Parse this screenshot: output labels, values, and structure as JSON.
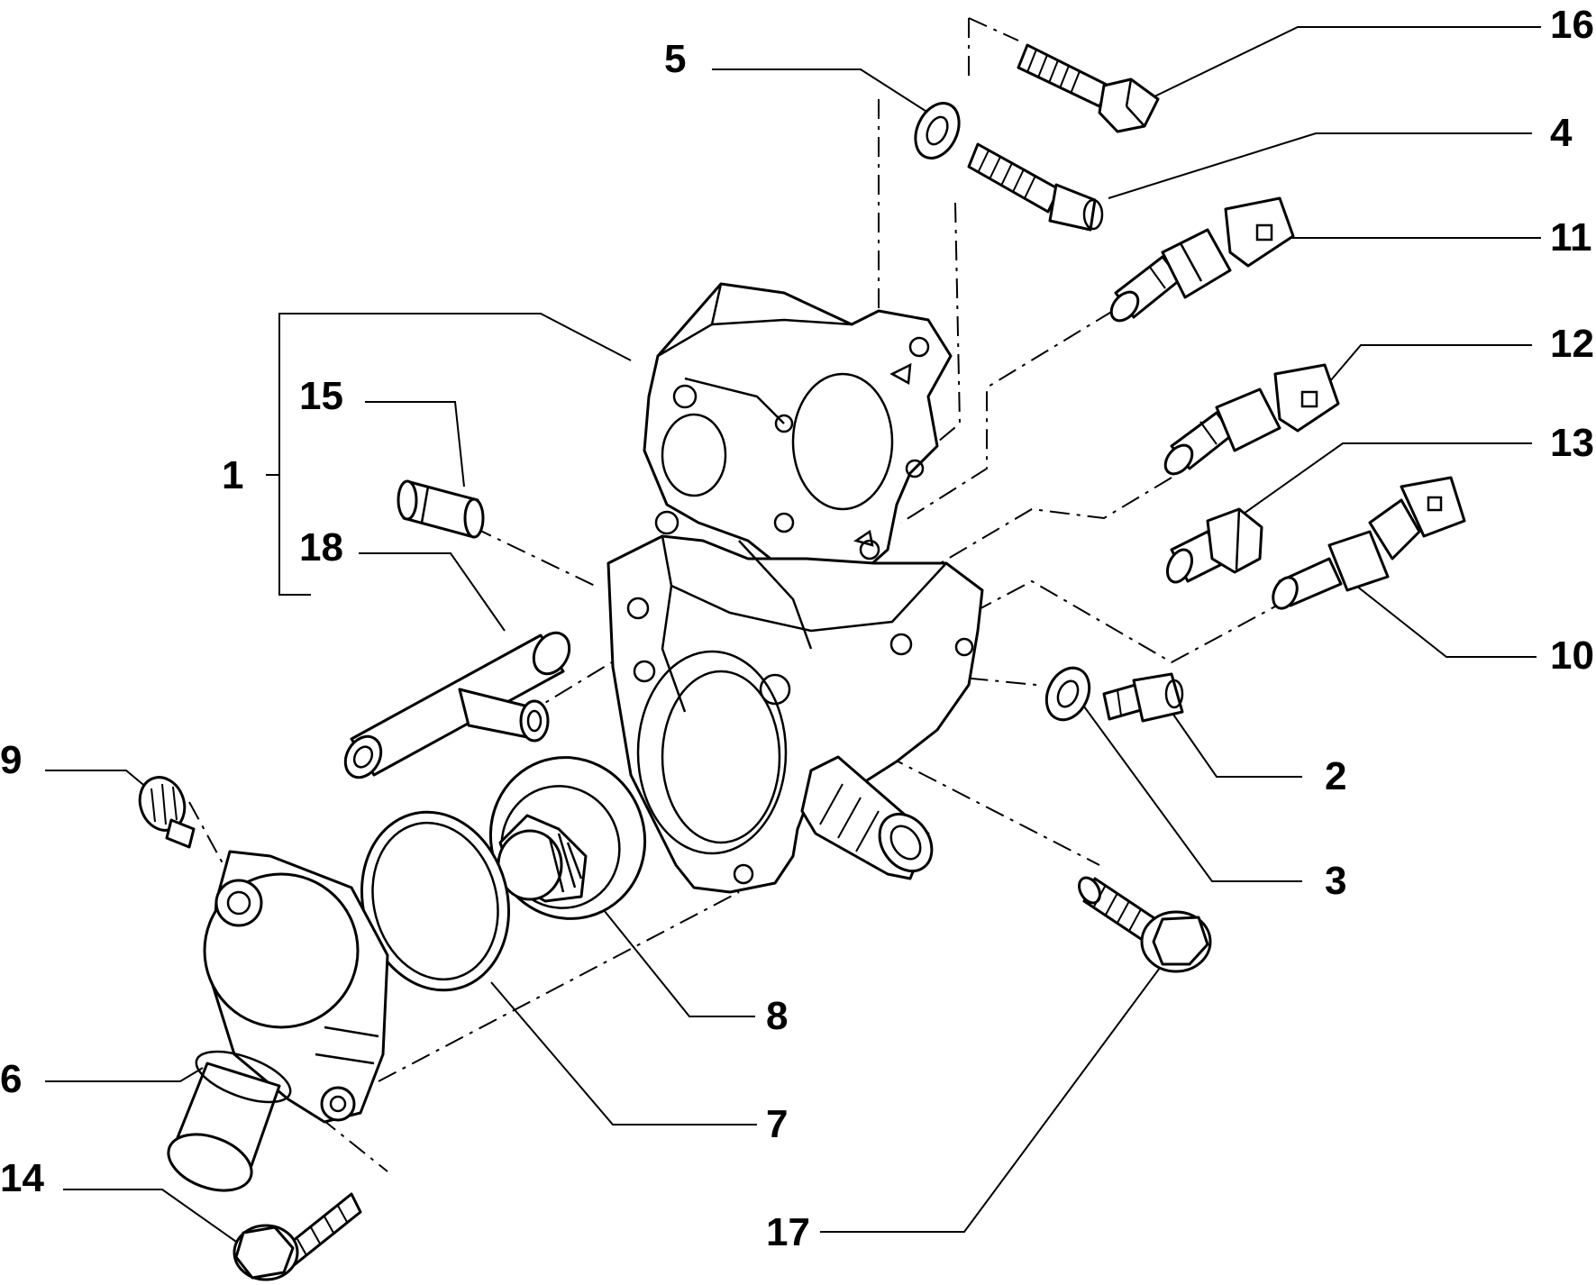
{
  "diagram": {
    "ink_color": "#000000",
    "background_color": "#ffffff",
    "callouts": [
      {
        "key": "c1",
        "label": "1"
      },
      {
        "key": "c2",
        "label": "2"
      },
      {
        "key": "c3",
        "label": "3"
      },
      {
        "key": "c4",
        "label": "4"
      },
      {
        "key": "c5",
        "label": "5"
      },
      {
        "key": "c6",
        "label": "6"
      },
      {
        "key": "c7",
        "label": "7"
      },
      {
        "key": "c8",
        "label": "8"
      },
      {
        "key": "c9",
        "label": "9"
      },
      {
        "key": "c10",
        "label": "10"
      },
      {
        "key": "c11",
        "label": "11"
      },
      {
        "key": "c12",
        "label": "12"
      },
      {
        "key": "c13",
        "label": "13"
      },
      {
        "key": "c14",
        "label": "14"
      },
      {
        "key": "c15",
        "label": "15"
      },
      {
        "key": "c16",
        "label": "16"
      },
      {
        "key": "c17",
        "label": "17"
      },
      {
        "key": "c18",
        "label": "18"
      }
    ]
  }
}
